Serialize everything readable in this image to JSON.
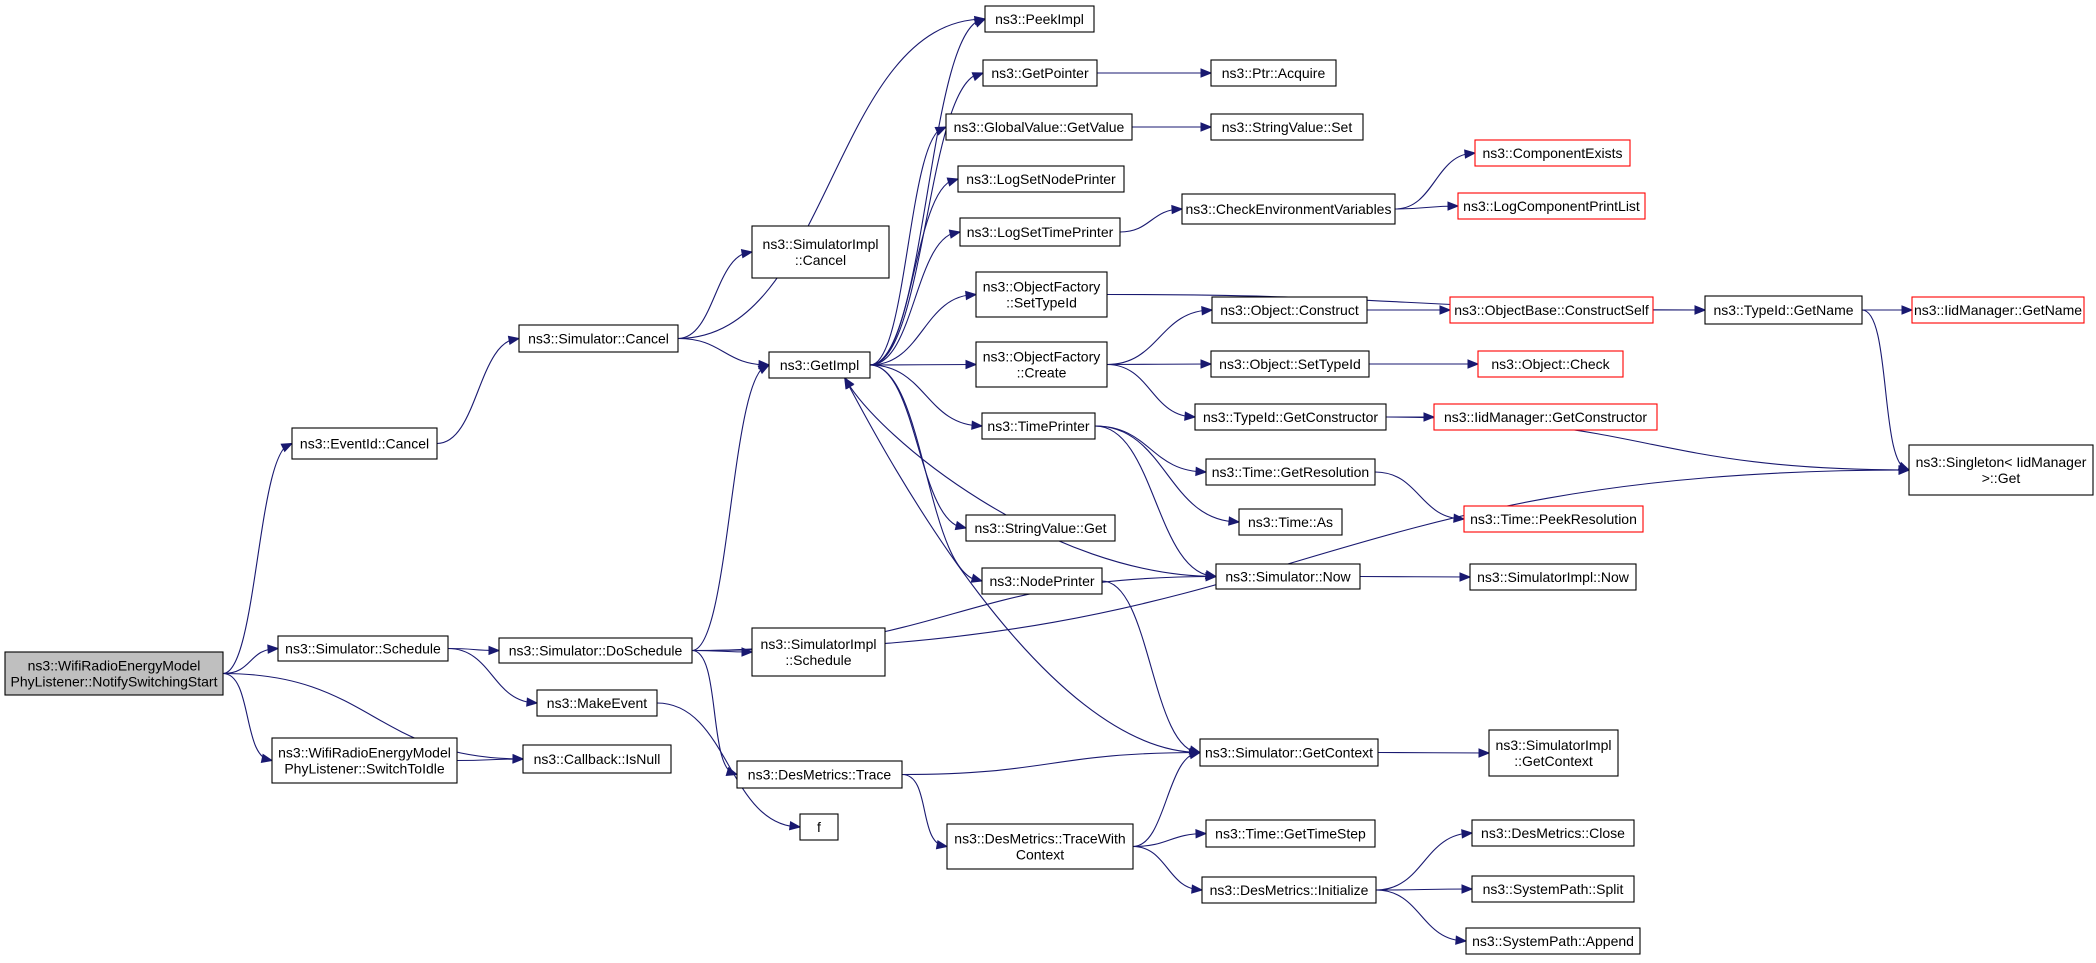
{
  "colors": {
    "edge": "#191970",
    "root_fill": "#bfbfbf",
    "node_fill": "#ffffff",
    "node_border": "#000000",
    "truncated_border": "#ff0000"
  },
  "nodes": {
    "root": {
      "lines": [
        "ns3::WifiRadioEnergyModel",
        "PhyListener::NotifySwitchingStart"
      ],
      "type": "root"
    },
    "eventid_cancel": {
      "lines": [
        "ns3::EventId::Cancel"
      ]
    },
    "sim_schedule": {
      "lines": [
        "ns3::Simulator::Schedule"
      ]
    },
    "switchtoidle": {
      "lines": [
        "ns3::WifiRadioEnergyModel",
        "PhyListener::SwitchToIdle"
      ]
    },
    "cb_isnull": {
      "lines": [
        "ns3::Callback::IsNull"
      ]
    },
    "sim_cancel": {
      "lines": [
        "ns3::Simulator::Cancel"
      ]
    },
    "sim_doschedule": {
      "lines": [
        "ns3::Simulator::DoSchedule"
      ]
    },
    "makeevent": {
      "lines": [
        "ns3::MakeEvent"
      ]
    },
    "simimpl_cancel": {
      "lines": [
        "ns3::SimulatorImpl",
        "::Cancel"
      ]
    },
    "getimpl": {
      "lines": [
        "ns3::GetImpl"
      ]
    },
    "simimpl_schedule": {
      "lines": [
        "ns3::SimulatorImpl",
        "::Schedule"
      ]
    },
    "desmetrics_trace": {
      "lines": [
        "ns3::DesMetrics::Trace"
      ]
    },
    "f": {
      "lines": [
        "f"
      ]
    },
    "peekimpl": {
      "lines": [
        "ns3::PeekImpl"
      ]
    },
    "getpointer": {
      "lines": [
        "ns3::GetPointer"
      ]
    },
    "globalvalue_getvalue": {
      "lines": [
        "ns3::GlobalValue::GetValue"
      ]
    },
    "logsetnodeprinter": {
      "lines": [
        "ns3::LogSetNodePrinter"
      ]
    },
    "logsettimeprinter": {
      "lines": [
        "ns3::LogSetTimePrinter"
      ]
    },
    "objfactory_settypeid": {
      "lines": [
        "ns3::ObjectFactory",
        "::SetTypeId"
      ]
    },
    "objfactory_create": {
      "lines": [
        "ns3::ObjectFactory",
        "::Create"
      ]
    },
    "timeprinter": {
      "lines": [
        "ns3::TimePrinter"
      ]
    },
    "stringvalue_get": {
      "lines": [
        "ns3::StringValue::Get"
      ]
    },
    "nodeprinter": {
      "lines": [
        "ns3::NodePrinter"
      ]
    },
    "tracewithcontext": {
      "lines": [
        "ns3::DesMetrics::TraceWith",
        "Context"
      ]
    },
    "ptr_acquire": {
      "lines": [
        "ns3::Ptr::Acquire"
      ]
    },
    "stringvalue_set": {
      "lines": [
        "ns3::StringValue::Set"
      ]
    },
    "checkenv": {
      "lines": [
        "ns3::CheckEnvironmentVariables"
      ]
    },
    "object_construct": {
      "lines": [
        "ns3::Object::Construct"
      ]
    },
    "object_settypeid": {
      "lines": [
        "ns3::Object::SetTypeId"
      ]
    },
    "typeid_getconstructor": {
      "lines": [
        "ns3::TypeId::GetConstructor"
      ]
    },
    "time_getresolution": {
      "lines": [
        "ns3::Time::GetResolution"
      ]
    },
    "time_as": {
      "lines": [
        "ns3::Time::As"
      ]
    },
    "sim_now": {
      "lines": [
        "ns3::Simulator::Now"
      ]
    },
    "sim_getcontext": {
      "lines": [
        "ns3::Simulator::GetContext"
      ]
    },
    "time_gettimestep": {
      "lines": [
        "ns3::Time::GetTimeStep"
      ]
    },
    "desmetrics_initialize": {
      "lines": [
        "ns3::DesMetrics::Initialize"
      ]
    },
    "componentexists": {
      "lines": [
        "ns3::ComponentExists"
      ],
      "type": "truncated"
    },
    "logcomponentprintlist": {
      "lines": [
        "ns3::LogComponentPrintList"
      ],
      "type": "truncated"
    },
    "objectbase_constructself": {
      "lines": [
        "ns3::ObjectBase::ConstructSelf"
      ],
      "type": "truncated"
    },
    "object_check": {
      "lines": [
        "ns3::Object::Check"
      ],
      "type": "truncated"
    },
    "iidmanager_getconstructor": {
      "lines": [
        "ns3::IidManager::GetConstructor"
      ],
      "type": "truncated"
    },
    "time_peekresolution": {
      "lines": [
        "ns3::Time::PeekResolution"
      ],
      "type": "truncated"
    },
    "simimpl_now": {
      "lines": [
        "ns3::SimulatorImpl::Now"
      ]
    },
    "simimpl_getcontext": {
      "lines": [
        "ns3::SimulatorImpl",
        "::GetContext"
      ]
    },
    "desmetrics_close": {
      "lines": [
        "ns3::DesMetrics::Close"
      ]
    },
    "systempath_split": {
      "lines": [
        "ns3::SystemPath::Split"
      ]
    },
    "systempath_append": {
      "lines": [
        "ns3::SystemPath::Append"
      ]
    },
    "typeid_getname": {
      "lines": [
        "ns3::TypeId::GetName"
      ]
    },
    "iidmanager_getname": {
      "lines": [
        "ns3::IidManager::GetName"
      ],
      "type": "truncated"
    },
    "singleton_get": {
      "lines": [
        "ns3::Singleton< IidManager",
        " >::Get"
      ]
    }
  },
  "edges": [
    [
      "root",
      "eventid_cancel"
    ],
    [
      "root",
      "sim_schedule"
    ],
    [
      "root",
      "switchtoidle"
    ],
    [
      "root",
      "cb_isnull"
    ],
    [
      "eventid_cancel",
      "sim_cancel"
    ],
    [
      "sim_cancel",
      "simimpl_cancel"
    ],
    [
      "sim_cancel",
      "getimpl"
    ],
    [
      "sim_cancel",
      "peekimpl"
    ],
    [
      "sim_schedule",
      "sim_doschedule"
    ],
    [
      "sim_schedule",
      "makeevent"
    ],
    [
      "switchtoidle",
      "cb_isnull"
    ],
    [
      "sim_doschedule",
      "getimpl"
    ],
    [
      "sim_doschedule",
      "simimpl_schedule"
    ],
    [
      "sim_doschedule",
      "desmetrics_trace"
    ],
    [
      "sim_doschedule",
      "sim_now"
    ],
    [
      "sim_doschedule",
      "singleton_get"
    ],
    [
      "makeevent",
      "f"
    ],
    [
      "getimpl",
      "peekimpl"
    ],
    [
      "getimpl",
      "getpointer"
    ],
    [
      "getimpl",
      "globalvalue_getvalue"
    ],
    [
      "getimpl",
      "logsetnodeprinter"
    ],
    [
      "getimpl",
      "logsettimeprinter"
    ],
    [
      "getimpl",
      "objfactory_settypeid"
    ],
    [
      "getimpl",
      "objfactory_create"
    ],
    [
      "getimpl",
      "timeprinter"
    ],
    [
      "getimpl",
      "stringvalue_get"
    ],
    [
      "getimpl",
      "nodeprinter"
    ],
    [
      "getpointer",
      "ptr_acquire"
    ],
    [
      "globalvalue_getvalue",
      "stringvalue_set"
    ],
    [
      "logsettimeprinter",
      "checkenv"
    ],
    [
      "checkenv",
      "componentexists"
    ],
    [
      "checkenv",
      "logcomponentprintlist"
    ],
    [
      "objfactory_settypeid",
      "typeid_getname"
    ],
    [
      "objfactory_create",
      "object_construct"
    ],
    [
      "objfactory_create",
      "object_settypeid"
    ],
    [
      "objfactory_create",
      "typeid_getconstructor"
    ],
    [
      "object_construct",
      "objectbase_constructself"
    ],
    [
      "object_settypeid",
      "object_check"
    ],
    [
      "typeid_getconstructor",
      "iidmanager_getconstructor"
    ],
    [
      "typeid_getconstructor",
      "singleton_get"
    ],
    [
      "objectbase_constructself",
      "typeid_getname"
    ],
    [
      "typeid_getname",
      "iidmanager_getname"
    ],
    [
      "typeid_getname",
      "singleton_get"
    ],
    [
      "timeprinter",
      "time_getresolution"
    ],
    [
      "timeprinter",
      "time_as"
    ],
    [
      "timeprinter",
      "sim_now"
    ],
    [
      "time_getresolution",
      "time_peekresolution"
    ],
    [
      "sim_now",
      "getimpl"
    ],
    [
      "sim_now",
      "simimpl_now"
    ],
    [
      "nodeprinter",
      "sim_getcontext"
    ],
    [
      "desmetrics_trace",
      "sim_getcontext"
    ],
    [
      "desmetrics_trace",
      "tracewithcontext"
    ],
    [
      "tracewithcontext",
      "sim_getcontext"
    ],
    [
      "tracewithcontext",
      "time_gettimestep"
    ],
    [
      "tracewithcontext",
      "desmetrics_initialize"
    ],
    [
      "sim_getcontext",
      "getimpl"
    ],
    [
      "sim_getcontext",
      "simimpl_getcontext"
    ],
    [
      "desmetrics_initialize",
      "desmetrics_close"
    ],
    [
      "desmetrics_initialize",
      "systempath_split"
    ],
    [
      "desmetrics_initialize",
      "systempath_append"
    ]
  ]
}
